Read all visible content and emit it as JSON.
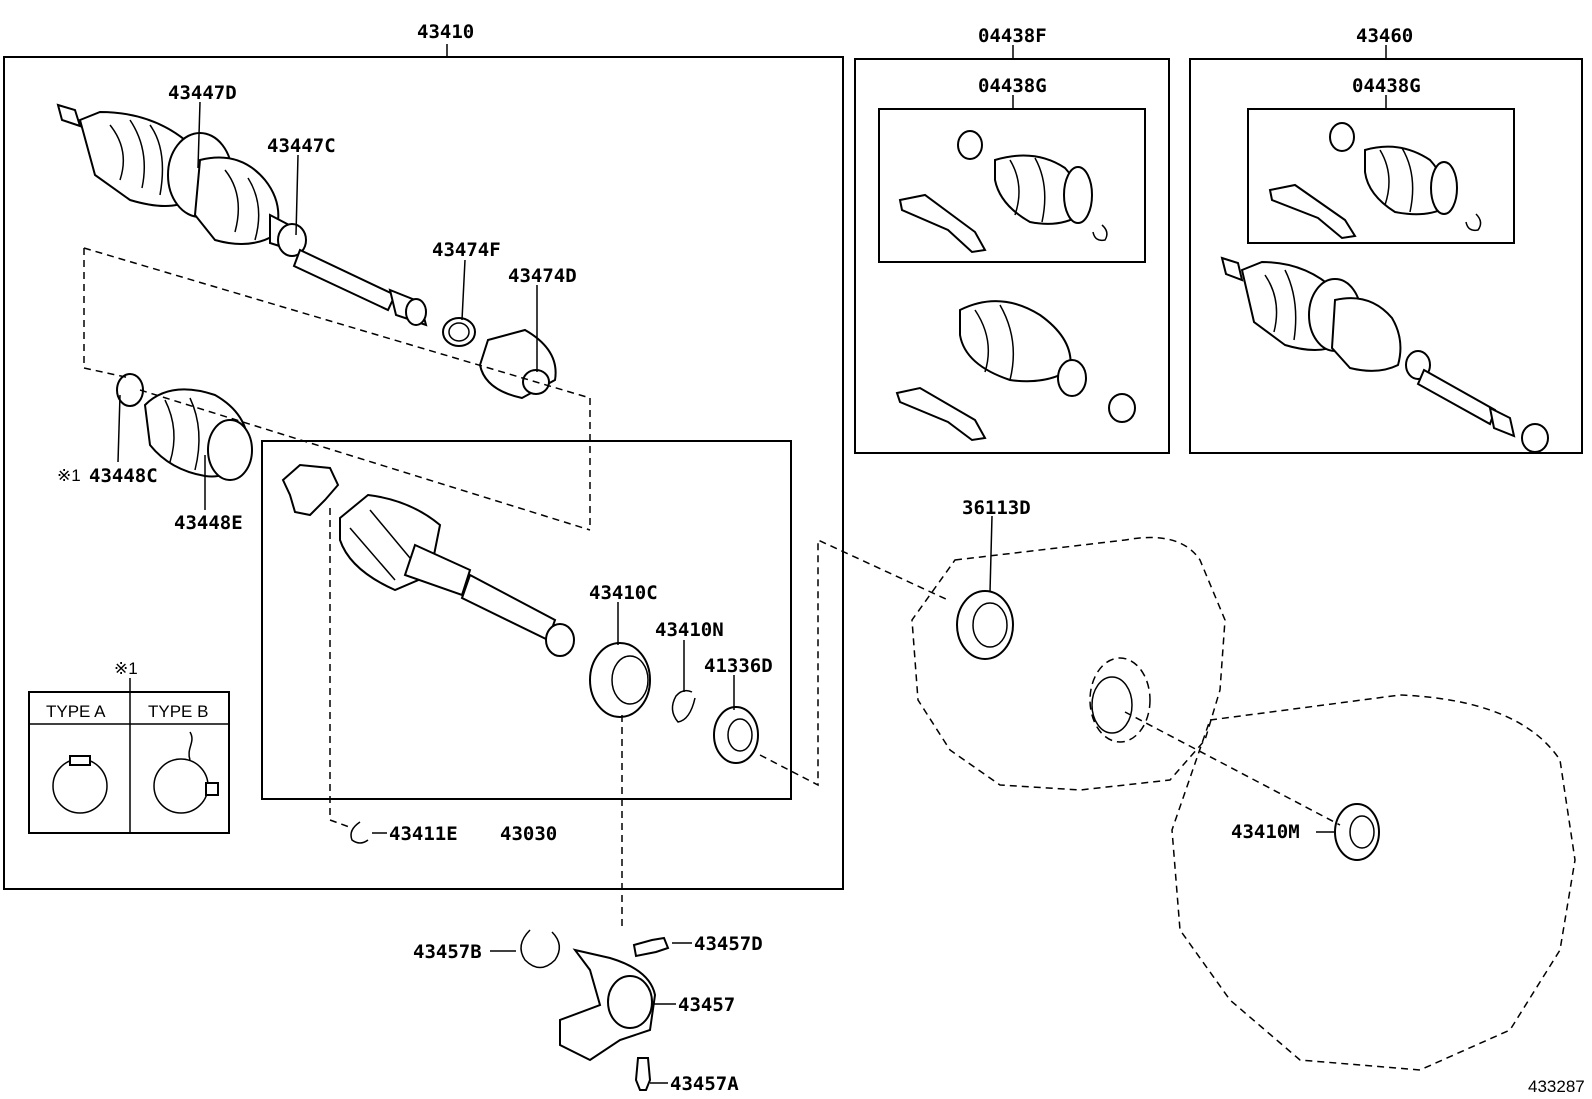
{
  "labels": {
    "main_assembly": "43410",
    "kit_f": "04438F",
    "kit_g1": "04438G",
    "assembly_2": "43460",
    "kit_g2": "04438G",
    "p43447D": "43447D",
    "p43447C": "43447C",
    "p43474F": "43474F",
    "p43474D": "43474D",
    "note_mark": "※1",
    "p43448C": "43448C",
    "p43448E": "43448E",
    "p43410C": "43410C",
    "p43410N": "43410N",
    "p41336D": "41336D",
    "p43411E": "43411E",
    "p43030": "43030",
    "p36113D": "36113D",
    "p43410M": "43410M",
    "p43457B": "43457B",
    "p43457D": "43457D",
    "p43457": "43457",
    "p43457A": "43457A",
    "note_header": "※1",
    "type_a": "TYPE A",
    "type_b": "TYPE B",
    "diagram_id": "433287"
  }
}
